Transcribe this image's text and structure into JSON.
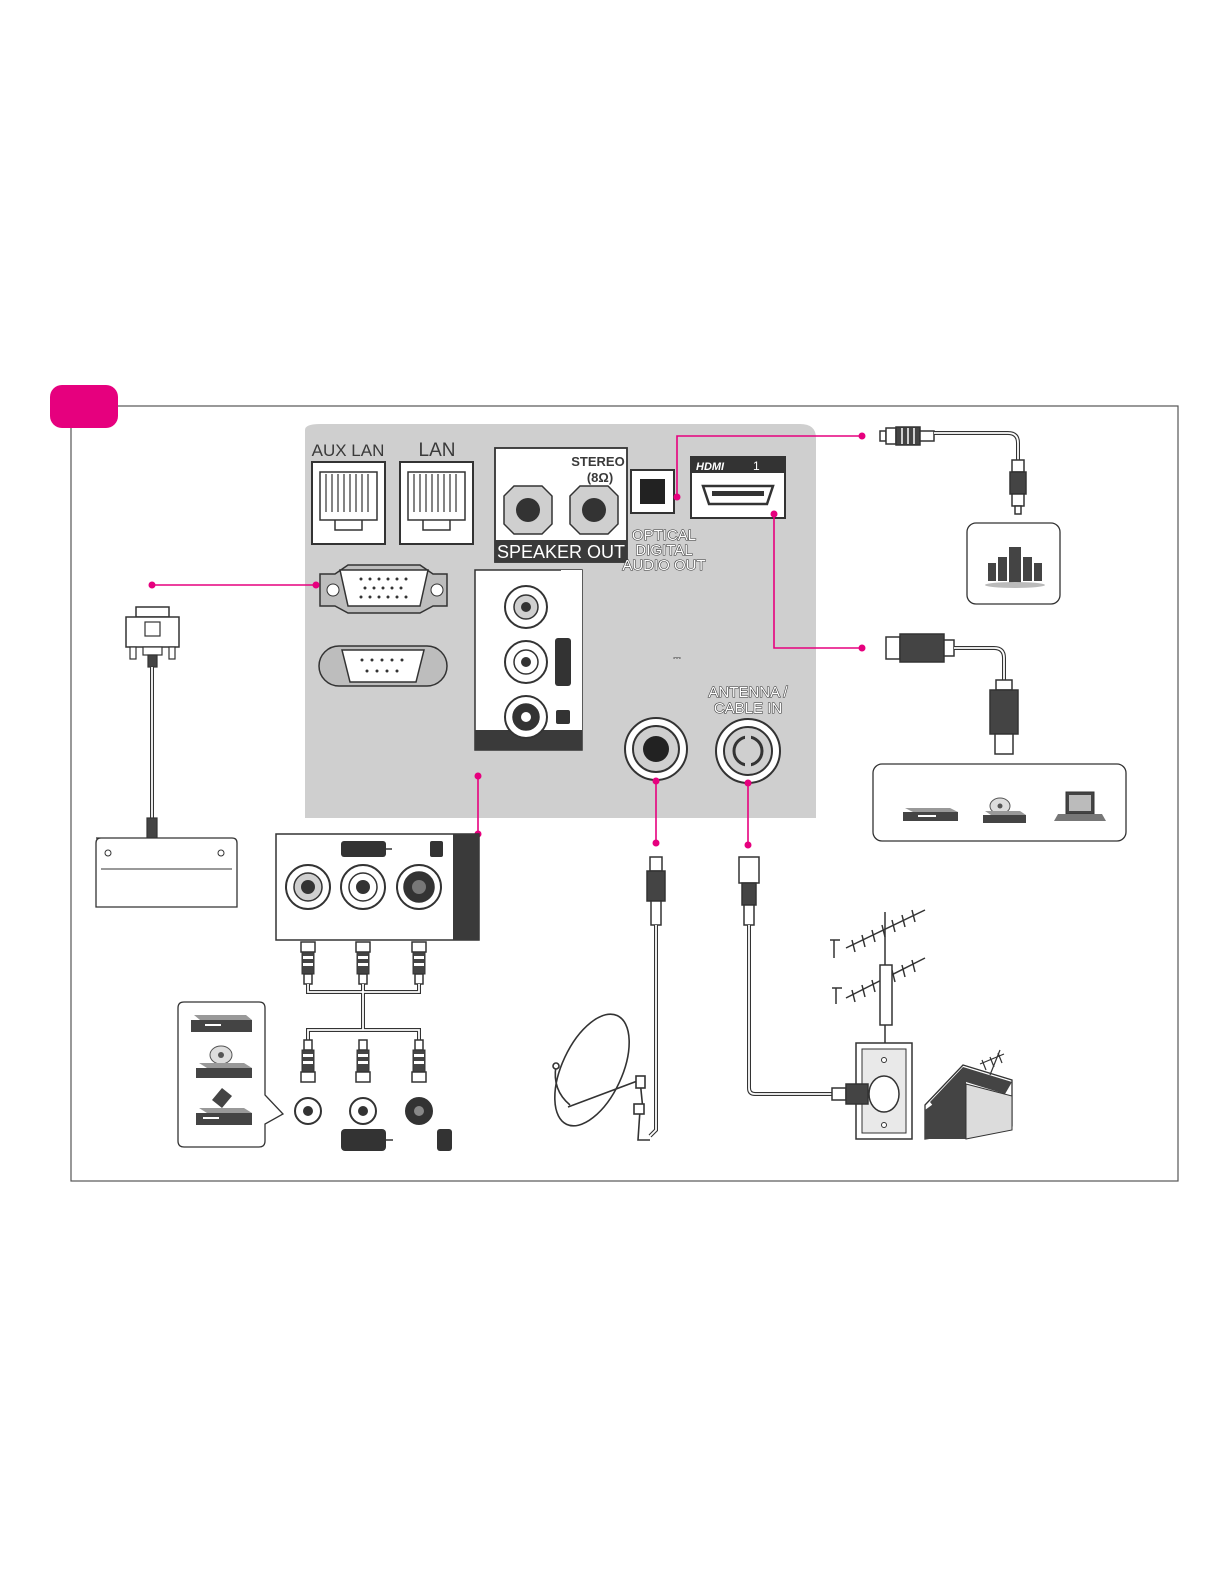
{
  "panel_labels": {
    "aux_lan": "AUX LAN",
    "lan": "LAN",
    "stereo": "STEREO",
    "ohms": "(8Ω)",
    "speaker_out": "SPEAKER OUT",
    "optical_line1": "OPTICAL",
    "optical_line2": "DIGITAL",
    "optical_line3": "AUDIO OUT",
    "hdmi_logo": "HDMI",
    "hdmi_number": "1",
    "antenna_line1": "ANTENNA /",
    "antenna_line2": "CABLE IN",
    "dc_symbol": "⎓"
  },
  "colors": {
    "accent": "#e6007e",
    "panel": "#cfcfcf",
    "dark": "#333333",
    "frame": "#555555"
  },
  "icons": [
    "home-theater-icon",
    "bluray-player-icon",
    "dvd-player-icon",
    "laptop-icon",
    "set-top-box-icon",
    "satellite-dish-icon",
    "tv-antenna-icon",
    "house-icon",
    "wall-plate-icon"
  ]
}
